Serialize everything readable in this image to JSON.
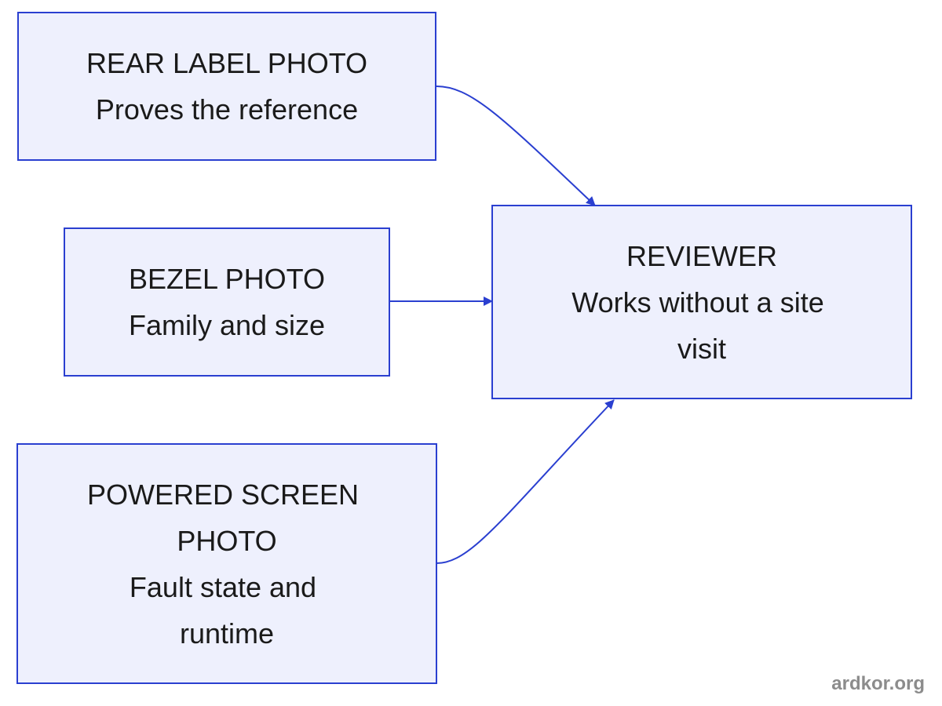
{
  "nodes": {
    "rear_label": {
      "title": "REAR LABEL PHOTO",
      "subtitle": "Proves the reference"
    },
    "bezel": {
      "title": "BEZEL PHOTO",
      "subtitle": "Family and size"
    },
    "powered_screen": {
      "title_line1": "POWERED SCREEN",
      "title_line2": "PHOTO",
      "subtitle_line1": "Fault state and",
      "subtitle_line2": "runtime"
    },
    "reviewer": {
      "title": "REVIEWER",
      "subtitle_line1": "Works without a site",
      "subtitle_line2": "visit"
    }
  },
  "edges": [
    {
      "from": "rear_label",
      "to": "reviewer"
    },
    {
      "from": "bezel",
      "to": "reviewer"
    },
    {
      "from": "powered_screen",
      "to": "reviewer"
    }
  ],
  "colors": {
    "node_fill": "#eef0fd",
    "node_stroke": "#2a3fd0",
    "edge": "#2a3fd0",
    "text": "#1a1a1a",
    "watermark": "#8c8c8c"
  },
  "watermark": "ardkor.org"
}
